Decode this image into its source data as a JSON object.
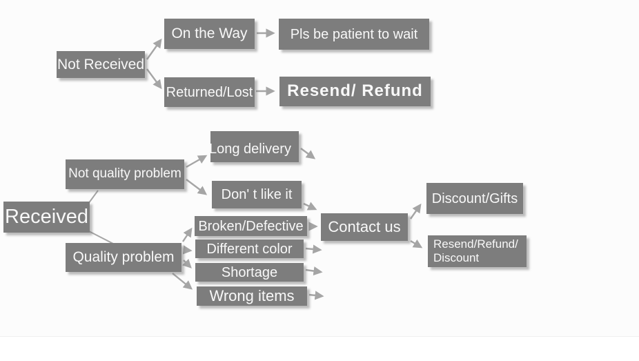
{
  "diagram": {
    "title": "customer-service delivery flowchart",
    "colors": {
      "node_fill": "#7d7d7d",
      "node_text": "#f8f8f8",
      "arrow": "#a5a5a5"
    },
    "nodes": {
      "not_received": "Not Received",
      "on_the_way": "On the Way",
      "pls_wait": "Pls be patient to wait",
      "returned_lost": "Returned/Lost",
      "resend_refund": "Resend/ Refund",
      "received": "Received",
      "not_quality_problem": "Not quality problem",
      "long_delivery": "Long delivery",
      "dont_like_it": "Don' t like it",
      "quality_problem": "Quality problem",
      "broken_defective": "Broken/Defective",
      "different_color": "Different color",
      "shortage": "Shortage",
      "wrong_items": "Wrong items",
      "contact_us": "Contact us",
      "discount_gifts": "Discount/Gifts",
      "resend_refund_discount_line1": "Resend/Refund/",
      "resend_refund_discount_line2": "Discount"
    }
  }
}
